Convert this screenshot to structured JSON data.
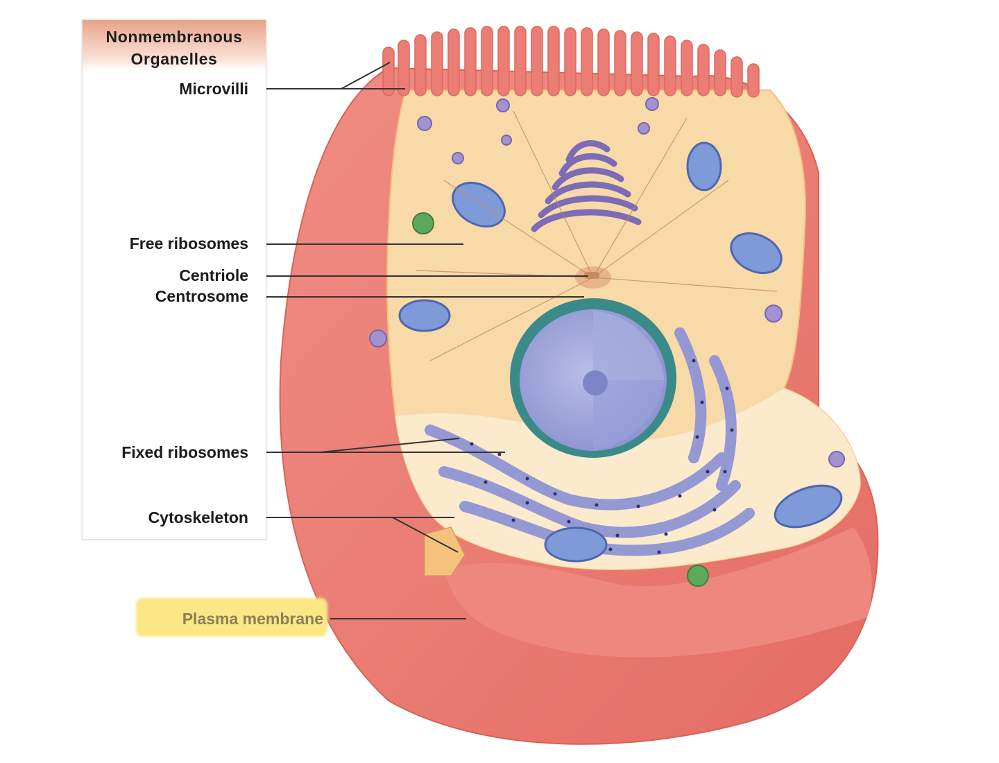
{
  "panel": {
    "title_line1": "Nonmembranous",
    "title_line2": "Organelles"
  },
  "labels": {
    "microvilli": "Microvilli",
    "free_ribosomes": "Free ribosomes",
    "centriole": "Centriole",
    "centrosome": "Centrosome",
    "fixed_ribosomes": "Fixed ribosomes",
    "cytoskeleton": "Cytoskeleton",
    "plasma_membrane": "Plasma membrane"
  },
  "colors": {
    "membrane": "#e8756c",
    "cytoplasm": "#f8d9a8",
    "organelle": "#8f94d4",
    "highlight": "#fbe786"
  }
}
